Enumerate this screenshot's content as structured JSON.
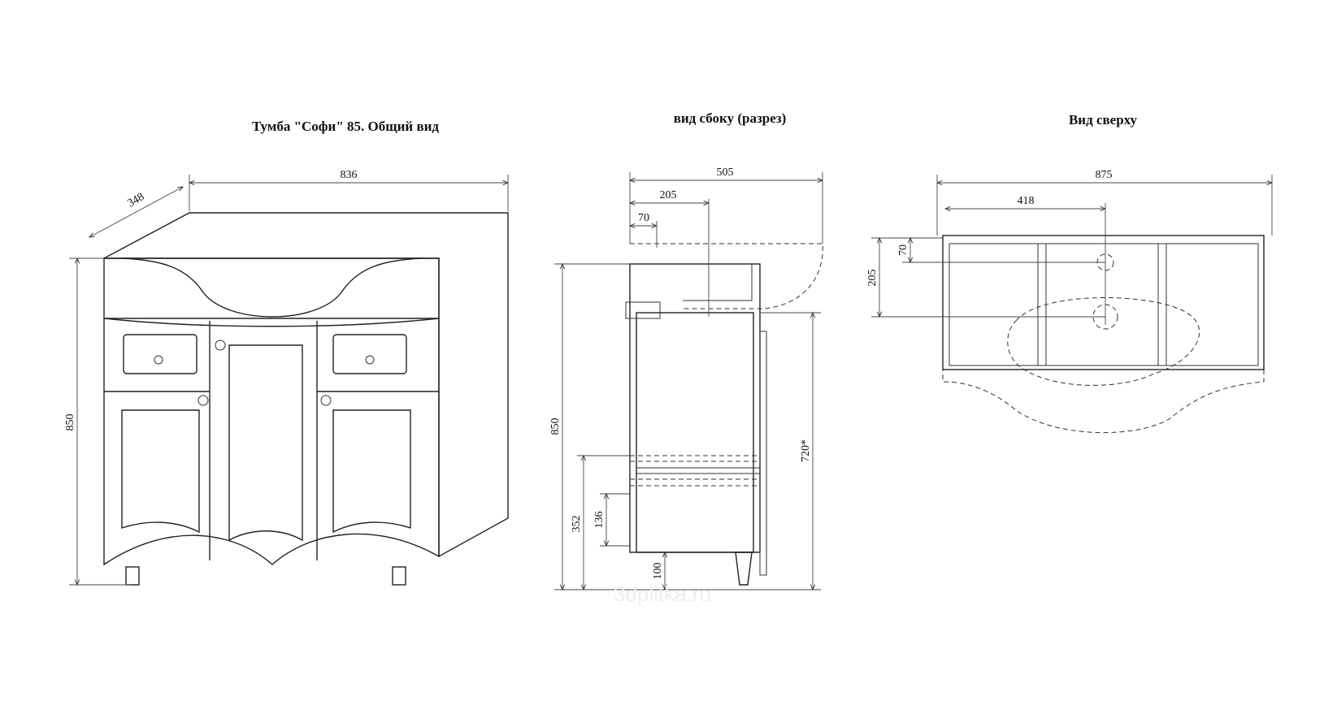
{
  "titles": {
    "general": "Тумба \"Софи\" 85. Общий вид",
    "side": "вид сбоку (разрез)",
    "top": "Вид сверху"
  },
  "dimensions": {
    "general": {
      "width": "836",
      "depth": "348",
      "height": "850"
    },
    "side": {
      "depth": "505",
      "d205": "205",
      "d70": "70",
      "height": "850",
      "h720": "720*",
      "h352": "352",
      "h136": "136",
      "h100": "100"
    },
    "top": {
      "width": "875",
      "w418": "418",
      "d70": "70",
      "d205": "205"
    }
  },
  "watermark": "3dplitka.ru"
}
